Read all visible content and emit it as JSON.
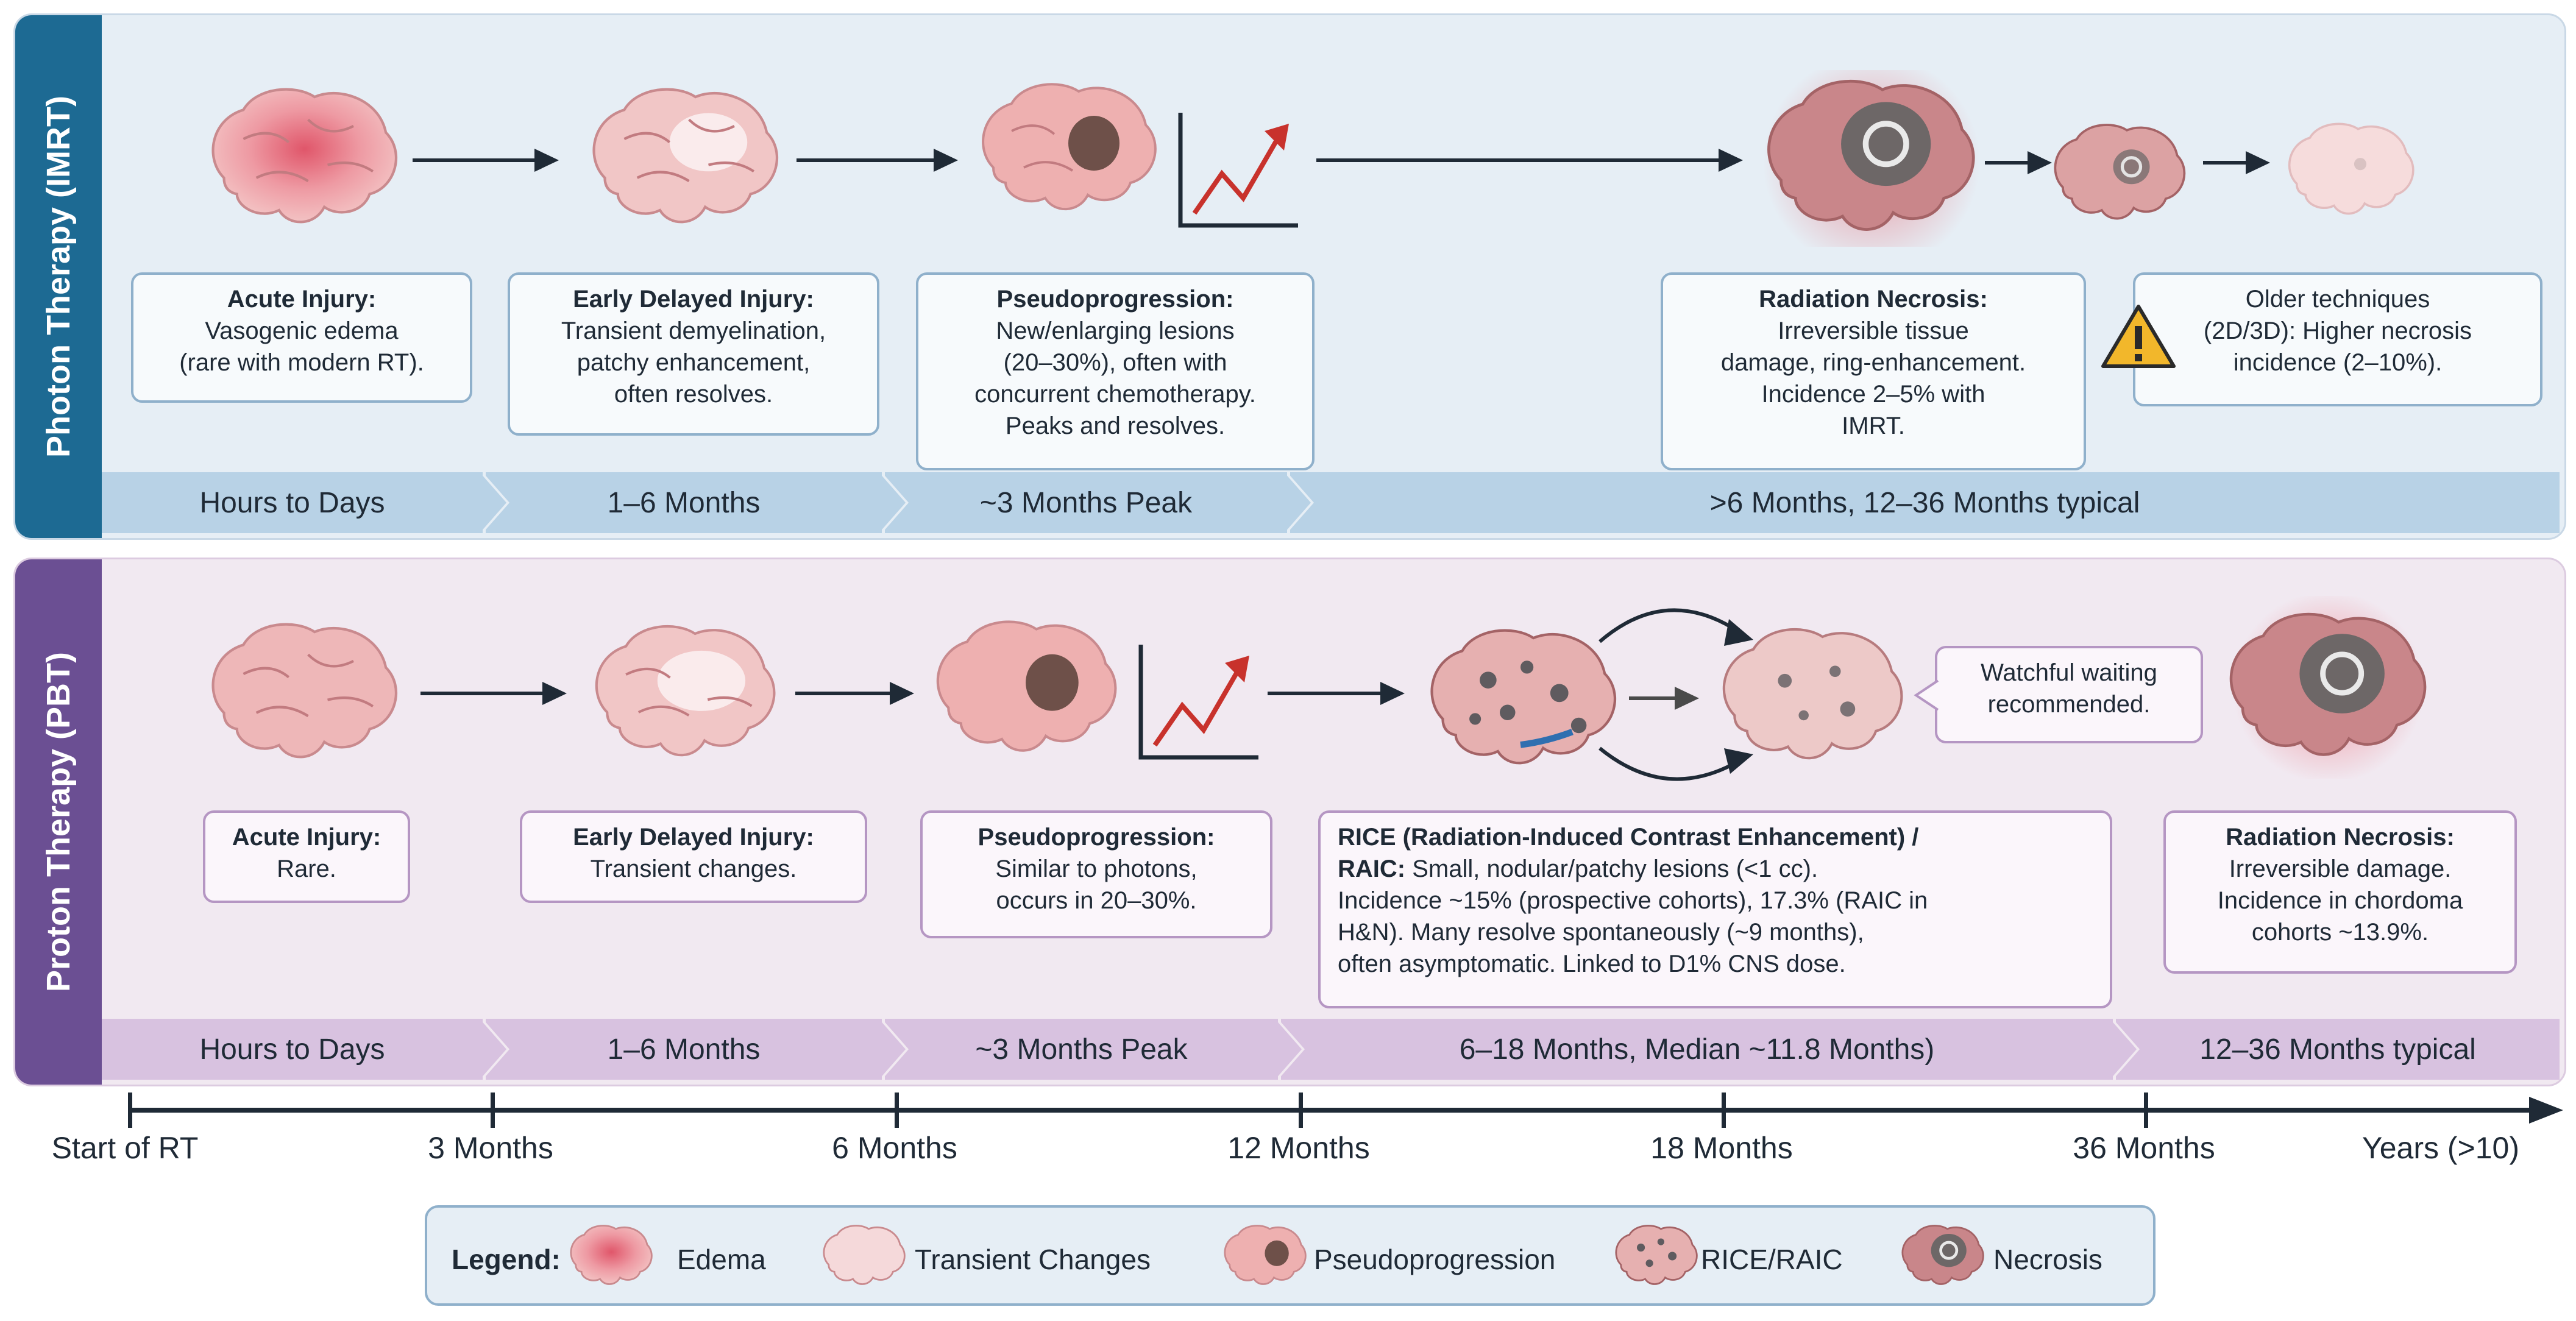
{
  "photon": {
    "side_label": "Photon Therapy (IMRT)",
    "boxes": [
      {
        "title": "Acute Injury:",
        "lines": [
          "Vasogenic edema",
          "(rare with modern RT)."
        ]
      },
      {
        "title": "Early Delayed Injury:",
        "lines": [
          "Transient demyelination,",
          "patchy enhancement,",
          "often resolves."
        ]
      },
      {
        "title": "Pseudoprogression:",
        "lines": [
          "New/enlarging lesions",
          "(20–30%), often with",
          "concurrent chemotherapy.",
          "Peaks and resolves."
        ]
      },
      {
        "title": "Radiation Necrosis:",
        "lines": [
          "Irreversible tissue",
          "damage, ring-enhancement.",
          "Incidence 2–5% with",
          "IMRT."
        ]
      },
      {
        "title": "",
        "lines": [
          "Older techniques",
          "(2D/3D): Higher necrosis",
          "incidence (2–10%)."
        ]
      }
    ],
    "band": [
      "Hours to Days",
      "1–6 Months",
      "~3 Months Peak",
      ">6 Months, 12–36 Months typical"
    ]
  },
  "proton": {
    "side_label": "Proton Therapy (PBT)",
    "boxes": [
      {
        "title": "Acute Injury:",
        "lines": [
          "Rare."
        ]
      },
      {
        "title": "Early Delayed Injury:",
        "lines": [
          "Transient changes."
        ]
      },
      {
        "title": "Pseudoprogression:",
        "lines": [
          "Similar to photons,",
          "occurs in 20–30%."
        ]
      },
      {
        "title": "RICE (Radiation-Induced Contrast Enhancement) /",
        "title2": "RAIC:",
        "lines": [
          "Small, nodular/patchy lesions (<1 cc).",
          "Incidence ~15% (prospective cohorts), 17.3% (RAIC in",
          "H&N). Many resolve spontaneously (~9 months),",
          "often asymptomatic. Linked to D1% CNS dose."
        ]
      },
      {
        "title": "Radiation Necrosis:",
        "lines": [
          "Irreversible damage.",
          "Incidence in chordoma",
          "cohorts ~13.9%."
        ]
      }
    ],
    "watchful": [
      "Watchful waiting",
      "recommended."
    ],
    "band": [
      "Hours to Days",
      "1–6 Months",
      "~3 Months Peak",
      "6–18 Months, Median ~11.8 Months)",
      "12–36 Months typical"
    ]
  },
  "axis": [
    "Start of RT",
    "3 Months",
    "6 Months",
    "12 Months",
    "18 Months",
    "36 Months",
    "Years (>10)"
  ],
  "legend": {
    "title": "Legend:",
    "items": [
      "Edema",
      "Transient Changes",
      "Pseudoprogression",
      "RICE/RAIC",
      "Necrosis"
    ]
  },
  "colors": {
    "photon_accent": "#1d6a93",
    "proton_accent": "#6b4f93",
    "trend_arrow": "#c8322c"
  }
}
